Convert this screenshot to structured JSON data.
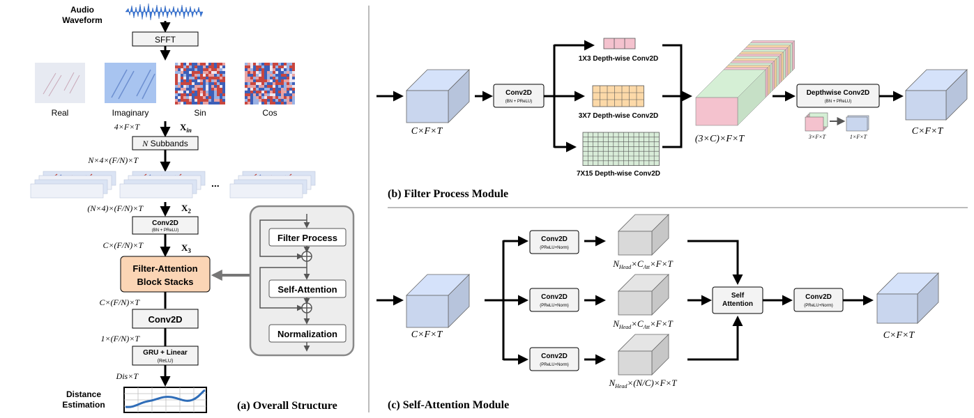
{
  "panel_a": {
    "input_label_line1": "Audio",
    "input_label_line2": "Waveform",
    "sfft": "SFFT",
    "spectrograms": [
      "Real",
      "Imaginary",
      "Sin",
      "Cos"
    ],
    "dim_in": "4×F×T",
    "x_in": "X",
    "x_in_sub": "in",
    "subbands_n": "N",
    "subbands_rest": " Subbands",
    "dim_subbands": "N×4×(F/N)×T",
    "ellipsis": "...",
    "dim_x2": "(N×4)×(F/N)×T",
    "x2": "X",
    "x2_sub": "2",
    "conv2d_title": "Conv2D",
    "conv2d_sub": "(BN + PReLU)",
    "dim_x3": "C×(F/N)×T",
    "x3": "X",
    "x3_sub": "3",
    "fa_line1": "Filter-Attention",
    "fa_line2": "Block Stacks",
    "block_items": [
      "Filter Process",
      "Self-Attention",
      "Normalization"
    ],
    "dim_after_stack": "C×(F/N)×T",
    "conv2d_b": "Conv2D",
    "dim_after_conv": "1×(F/N)×T",
    "gru_title": "GRU + Linear",
    "gru_sub": "(ReLU)",
    "dim_out": "Dis×T",
    "output_line1": "Distance",
    "output_line2": "Estimation",
    "caption": "(a) Overall Structure"
  },
  "panel_b": {
    "dim_in": "C×F×T",
    "conv_title": "Conv2D",
    "conv_sub": "(BN + PReLU)",
    "branches": [
      "1X3 Depth-wise Conv2D",
      "3X7 Depth-wise Conv2D",
      "7X15 Depth-wise Conv2D"
    ],
    "dim_concat": "(3×C)×F×T",
    "dw_title": "Depthwise Conv2D",
    "dw_sub": "(BN + PReLU)",
    "dw_in": "3×F×T",
    "dw_out": "1×F×T",
    "dim_out": "C×F×T",
    "caption": "(b) Filter Process Module"
  },
  "panel_c": {
    "dim_in": "C×F×T",
    "conv_title": "Conv2D",
    "conv_sub": "(PReLU+Norm)",
    "q_dim": "N",
    "q_dim_sub": "Head",
    "q_dim_mid": "×C",
    "q_dim_sub2": "Att",
    "q_dim_end": "×F×T",
    "v_dim_end": "×(N/C)×F×T",
    "sa_line1": "Self",
    "sa_line2": "Attention",
    "conv_out_title": "Conv2D",
    "conv_out_sub": "(PReLU+Norm)",
    "dim_out": "C×F×T",
    "caption": "(c) Self-Attention Module"
  },
  "colors": {
    "cube_blue": "#c9d6ee",
    "cube_gray": "#d9d9d9",
    "fa_orange": "#fbd5b5",
    "pink": "#f4c2ce",
    "orange_grid": "#fcd9a8",
    "green_grid": "#d8ecd8",
    "module_bg": "#ededed"
  }
}
